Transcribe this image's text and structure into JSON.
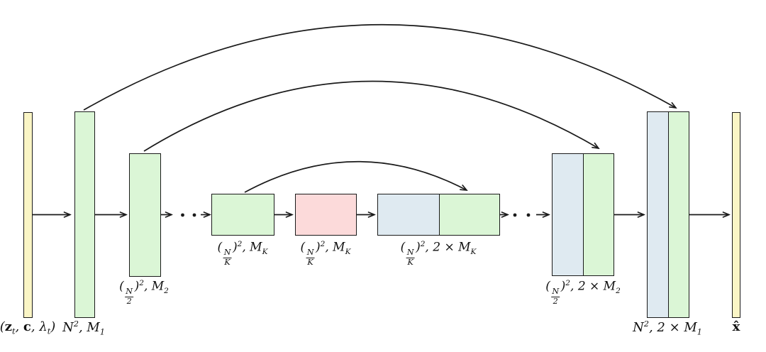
{
  "figure": {
    "type": "u-net-architecture-diagram",
    "colors": {
      "input_output_fill": "#faf5c5",
      "encoder_fill": "#dbf6d6",
      "bottleneck_fill": "#fcdada",
      "skip_concat_fill": "#dfeaf1",
      "stroke": "#1a1a1a"
    },
    "blocks": {
      "input": {
        "label": "(**z**_t, **c**, λ_t)"
      },
      "enc1": {
        "label": "N^2, M_1"
      },
      "enc2": {
        "label": "({N/2})^2, M_2"
      },
      "enc3": {
        "label": "({N/K})^2, M_K"
      },
      "bottleneck": {
        "label": "({N/K})^2, M_K"
      },
      "dec3": {
        "label": "({N/K})^2, 2 × M_K"
      },
      "dec2": {
        "label": "({N/2})^2, 2 × M_2"
      },
      "dec1": {
        "label": "N^2, 2 × M_1"
      },
      "output": {
        "label": "**x̂**"
      }
    }
  }
}
